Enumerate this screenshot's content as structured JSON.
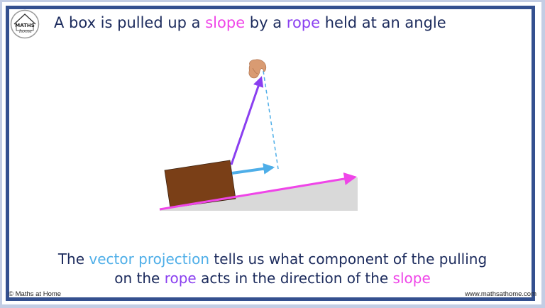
{
  "title": {
    "parts": [
      "A box is pulled up a ",
      "slope",
      " by a ",
      "rope",
      " held at an angle"
    ]
  },
  "logo": {
    "line1": "MATHS",
    "line2": "home"
  },
  "caption": {
    "line1": [
      "The ",
      "vector projection",
      " tells us what component of the pulling"
    ],
    "line2": [
      "on the ",
      "rope",
      " acts in the direction of the ",
      "slope"
    ]
  },
  "footer": {
    "left": "© Maths at Home",
    "right": "www.mathsathome.com"
  },
  "colors": {
    "navy": "#1b2a5c",
    "border": "#34508f",
    "slope_pink": "#ef45e8",
    "rope_purple": "#8a3ff0",
    "projection_blue": "#4eaee8",
    "box_brown": "#7a3f17",
    "ramp_grey": "#d9d9d9"
  },
  "diagram": {
    "elements": [
      "ramp",
      "box",
      "slope-arrow",
      "rope-arrow",
      "projection-arrow",
      "dashed-perpendicular",
      "hand"
    ]
  }
}
